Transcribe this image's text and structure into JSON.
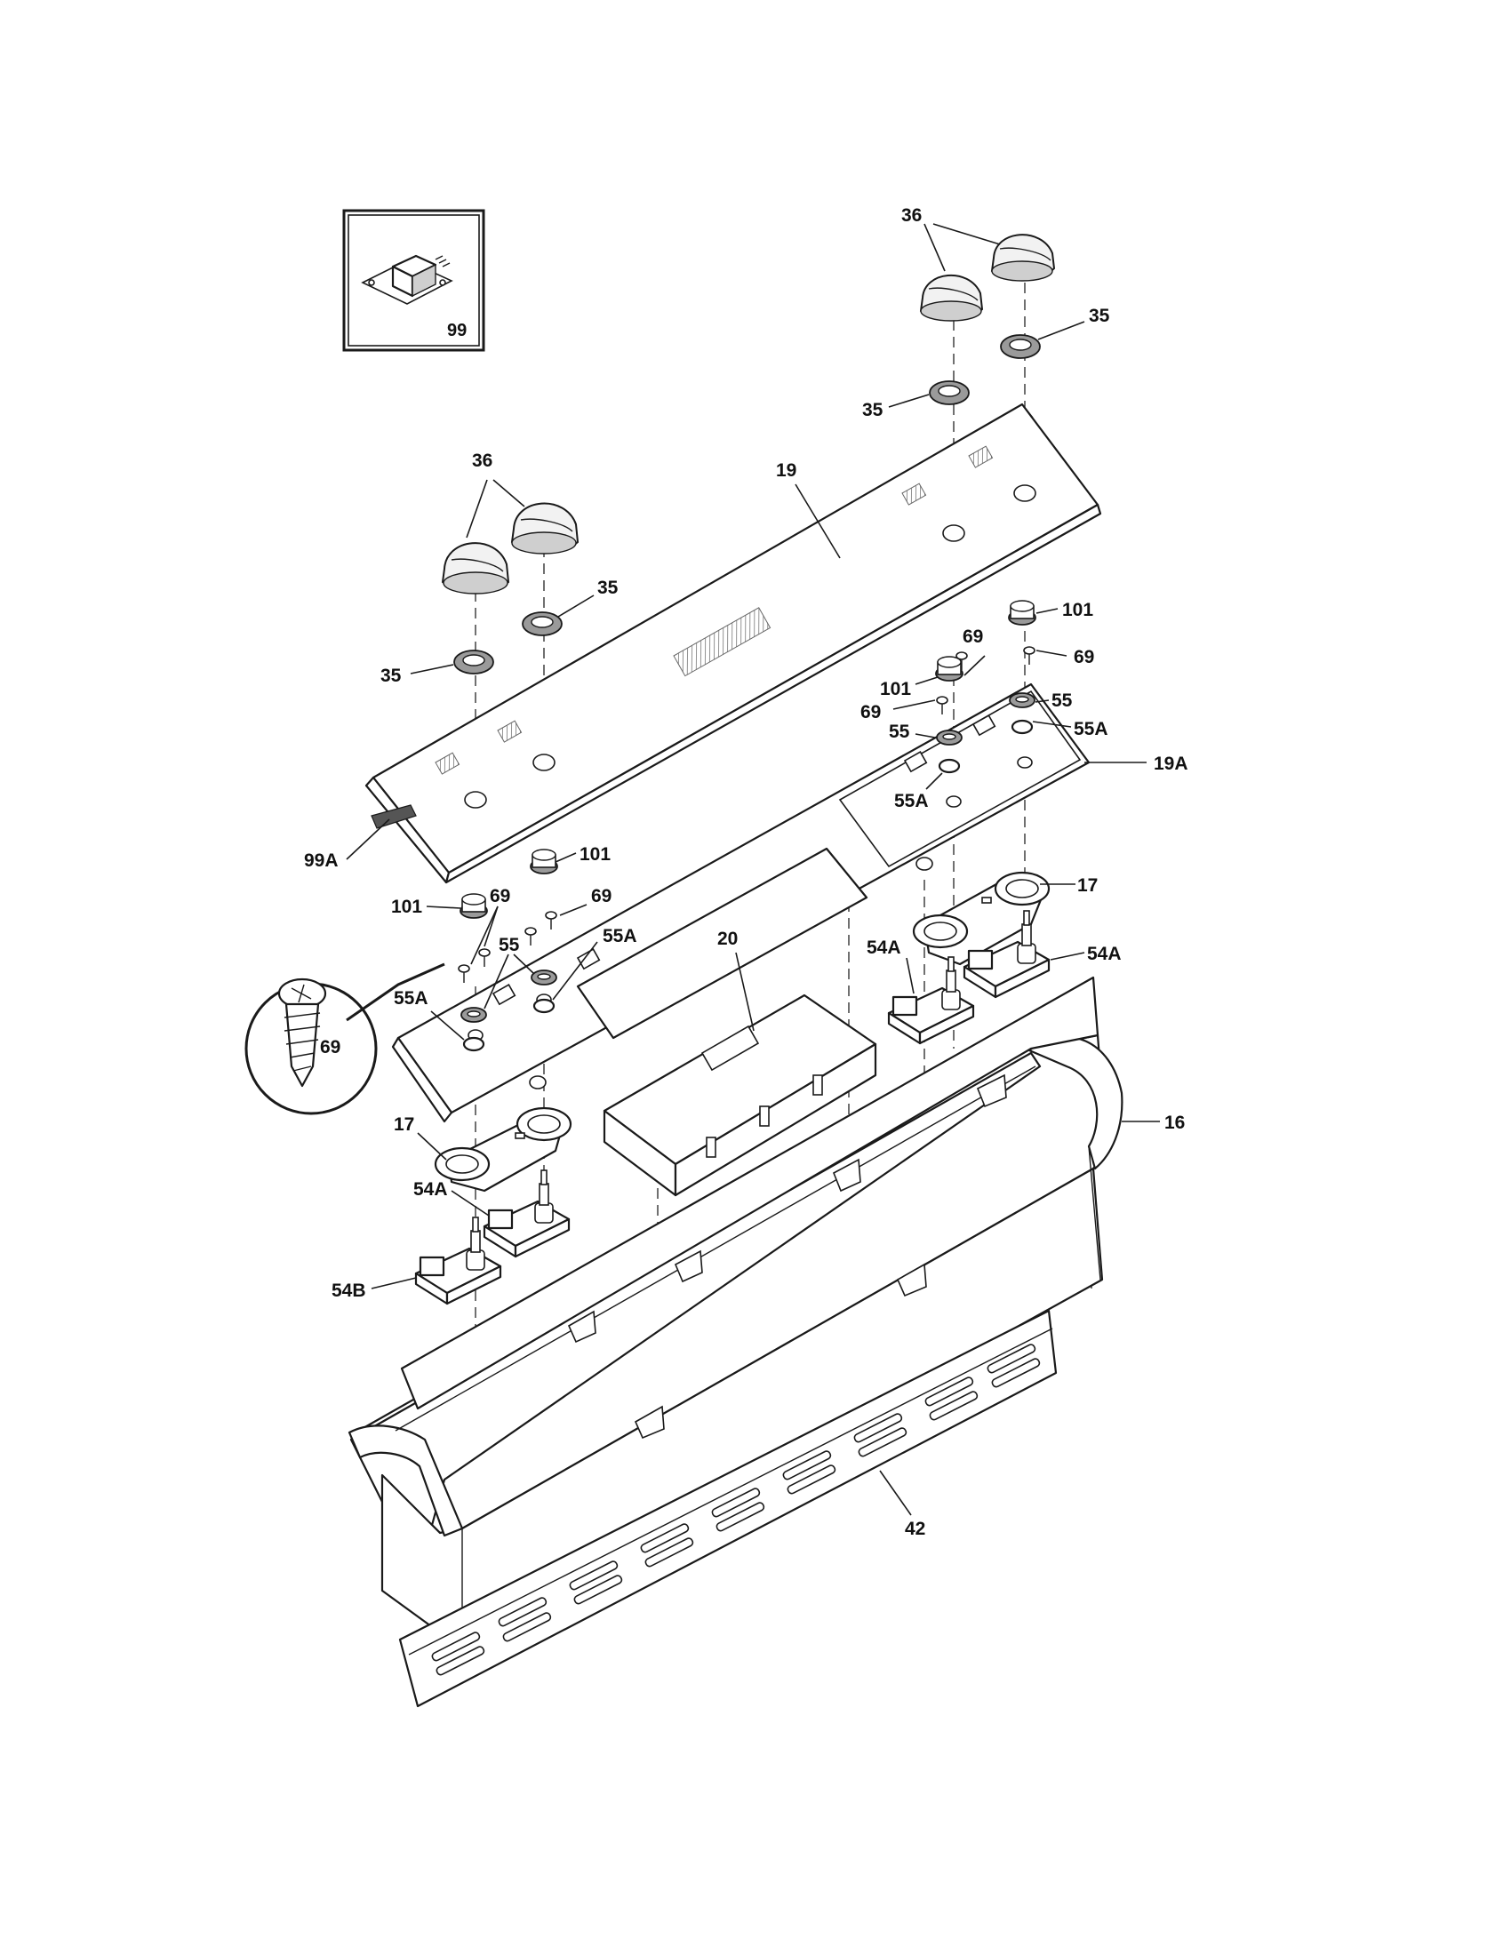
{
  "diagram": {
    "callouts": {
      "c36_tr": "36",
      "c35_tr_right": "35",
      "c35_tr_left": "35",
      "c19": "19",
      "c36_left": "36",
      "c35_left_upper": "35",
      "c35_left_lower": "35",
      "c99": "99",
      "c99a": "99A",
      "c101_r1": "101",
      "c69_r1": "69",
      "c69_r2": "69",
      "c101_r2": "101",
      "c69_r3": "69",
      "c55_r1": "55",
      "c55a_r1": "55A",
      "c55_r2": "55",
      "c55a_r2": "55A",
      "c19a": "19A",
      "c17_r": "17",
      "c101_l1": "101",
      "c69_l1": "69",
      "c101_l2": "101",
      "c69_l2": "69",
      "c55_l": "55",
      "c55a_l1": "55A",
      "c55a_l2": "55A",
      "c69_detail": "69",
      "c20": "20",
      "c54a_r1": "54A",
      "c54a_r2": "54A",
      "c16": "16",
      "c17_l": "17",
      "c54a_l": "54A",
      "c54b": "54B",
      "c42": "42"
    }
  }
}
